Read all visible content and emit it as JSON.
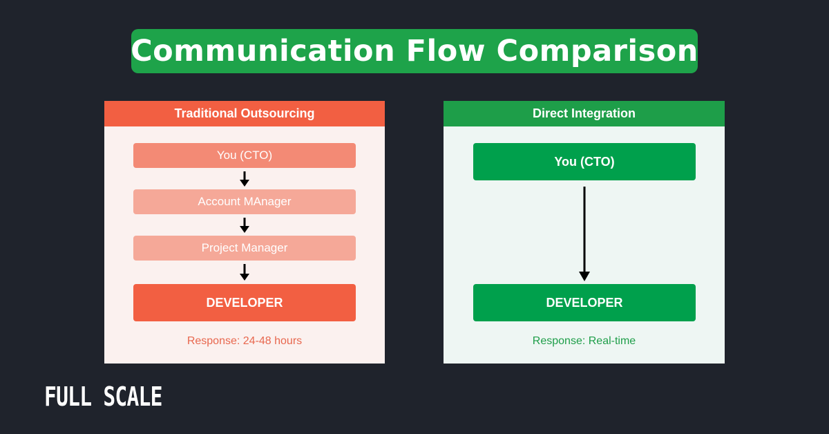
{
  "title": "Communication Flow Comparison",
  "left_panel": {
    "header": "Traditional Outsourcing",
    "steps": [
      "You (CTO)",
      "Account MAnager",
      "Project Manager"
    ],
    "final": "DEVELOPER",
    "response": "Response: 24-48 hours"
  },
  "right_panel": {
    "header": "Direct Integration",
    "top": "You (CTO)",
    "final": "DEVELOPER",
    "response": "Response: Real-time"
  },
  "logo": "FULL SCALE",
  "colors": {
    "background": "#1f232c",
    "title_green": "#1ea34a",
    "orange_header": "#f25f42",
    "green_header": "#1e9e49",
    "cto_box_left": "#f38a75",
    "middle_boxes_left": "#f5a898",
    "developer_left": "#f25f42",
    "developer_right": "#00a04c"
  }
}
